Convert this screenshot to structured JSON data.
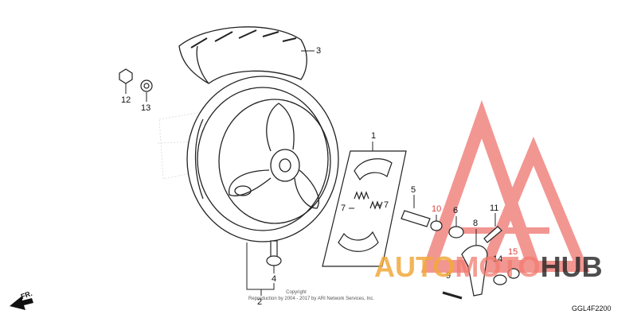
{
  "labels": {
    "p1": "1",
    "p2": "2",
    "p3": "3",
    "p4": "4",
    "p5": "5",
    "p6": "6",
    "p7a": "7",
    "p7b": "7",
    "p8": "8",
    "p9": "9",
    "p10": "10",
    "p11": "11",
    "p12": "12",
    "p13": "13",
    "p14": "14",
    "p15": "15"
  },
  "direction_label": "FR.",
  "diagram_code": "GGL4F2200",
  "copyright_line1": "Copyright",
  "copyright_line2": "Reproduction by 2004 - 2017 by ARI Network Services, Inc.",
  "watermark": {
    "part1": "AUTO",
    "part2": "MOTO",
    "part3": "HUB"
  },
  "colors": {
    "watermark_red": "#e8413a",
    "watermark_orange": "#f2a93b",
    "label_red": "#e0413a"
  }
}
